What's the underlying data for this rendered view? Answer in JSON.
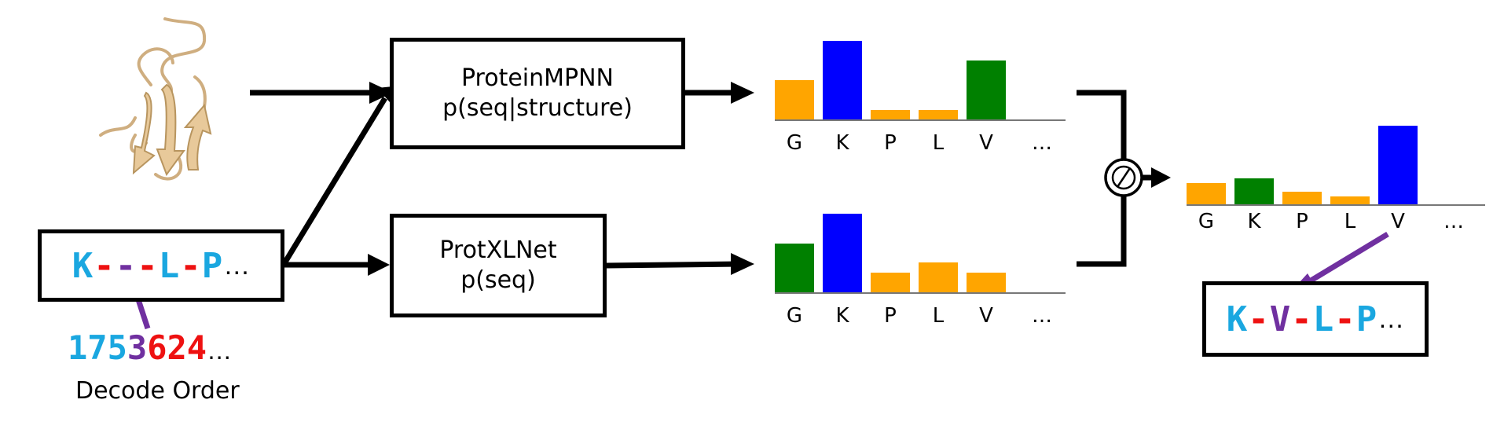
{
  "colors": {
    "cyan": "#1aa7e0",
    "red": "#ee1111",
    "purple": "#7030a0",
    "orange": "#ffa500",
    "blue": "#0000ff",
    "green": "#008000",
    "protein": "#e8c99a"
  },
  "input": {
    "sequence": [
      {
        "char": "K",
        "color": "cyan"
      },
      {
        "char": "-",
        "color": "red"
      },
      {
        "char": "-",
        "color": "purple"
      },
      {
        "char": "-",
        "color": "red"
      },
      {
        "char": "L",
        "color": "cyan"
      },
      {
        "char": "-",
        "color": "red"
      },
      {
        "char": "P",
        "color": "cyan"
      }
    ],
    "ellipsis": "…",
    "decode_order": [
      {
        "char": "1",
        "color": "cyan"
      },
      {
        "char": "7",
        "color": "cyan"
      },
      {
        "char": "5",
        "color": "cyan"
      },
      {
        "char": "3",
        "color": "purple"
      },
      {
        "char": "6",
        "color": "red"
      },
      {
        "char": "2",
        "color": "red"
      },
      {
        "char": "4",
        "color": "red"
      }
    ],
    "decode_order_caption": "Decode Order"
  },
  "models": {
    "structure_model": {
      "line1": "ProteinMPNN",
      "line2": "p(seq|structure)"
    },
    "sequence_model": {
      "line1": "ProtXLNet",
      "line2": "p(seq)"
    }
  },
  "operator_symbol": "⊘",
  "chart_data": [
    {
      "type": "bar",
      "name": "",
      "categories": [
        "G",
        "K",
        "P",
        "L",
        "V"
      ],
      "trailing_label": "…",
      "values": [
        0.5,
        1.0,
        0.12,
        0.12,
        0.75
      ],
      "bar_colors": [
        "orange",
        "blue",
        "orange",
        "orange",
        "green"
      ]
    },
    {
      "type": "bar",
      "name": "",
      "categories": [
        "G",
        "K",
        "P",
        "L",
        "V"
      ],
      "trailing_label": "…",
      "values": [
        0.62,
        1.0,
        0.25,
        0.38,
        0.25
      ],
      "bar_colors": [
        "green",
        "blue",
        "orange",
        "orange",
        "orange"
      ]
    },
    {
      "type": "bar",
      "name": "",
      "categories": [
        "G",
        "K",
        "P",
        "L",
        "V"
      ],
      "trailing_label": "…",
      "values": [
        0.27,
        0.33,
        0.16,
        0.1,
        1.0
      ],
      "bar_colors": [
        "orange",
        "green",
        "orange",
        "orange",
        "blue"
      ]
    }
  ],
  "output": {
    "sequence": [
      {
        "char": "K",
        "color": "cyan"
      },
      {
        "char": "-",
        "color": "red"
      },
      {
        "char": "V",
        "color": "purple"
      },
      {
        "char": "-",
        "color": "red"
      },
      {
        "char": "L",
        "color": "cyan"
      },
      {
        "char": "-",
        "color": "red"
      },
      {
        "char": "P",
        "color": "cyan"
      }
    ],
    "ellipsis": "…"
  }
}
